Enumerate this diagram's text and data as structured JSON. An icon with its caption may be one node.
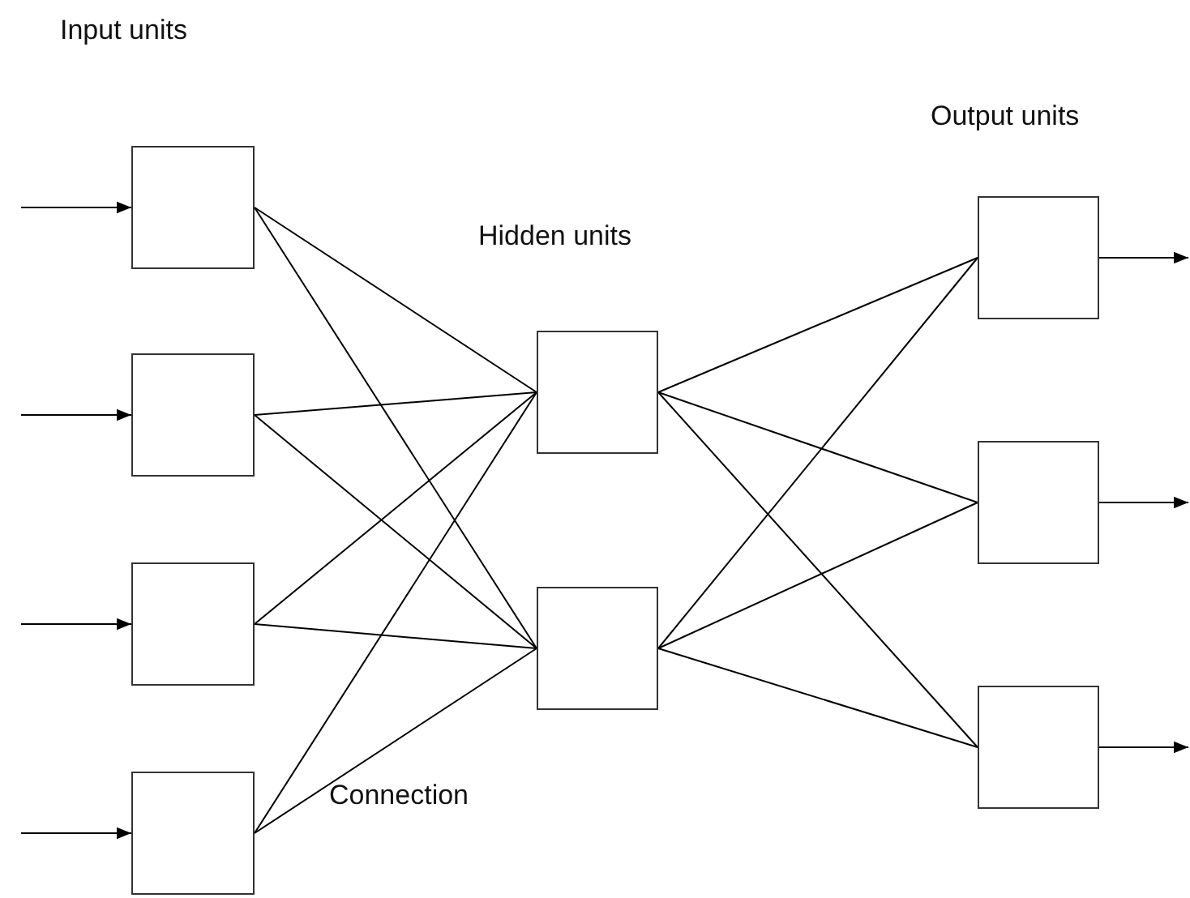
{
  "diagram": {
    "nodes": [
      {
        "text": [],
        "shape": "box"
      },
      {
        "text": [],
        "shape": "box"
      },
      {
        "text": [],
        "shape": "box"
      },
      {
        "text": [],
        "shape": "box"
      },
      {
        "text": [],
        "shape": "box"
      },
      {
        "text": [],
        "shape": "box"
      },
      {
        "text": [],
        "shape": "box"
      },
      {
        "text": [],
        "shape": "box"
      },
      {
        "text": [],
        "shape": "box"
      }
    ],
    "edges": [
      {
        "from": null,
        "to": 0,
        "arrow": "to"
      },
      {
        "from": null,
        "to": 1,
        "arrow": "to"
      },
      {
        "from": null,
        "to": 2,
        "arrow": "to"
      },
      {
        "from": null,
        "to": 3,
        "arrow": "to"
      },
      {
        "from": 0,
        "to": 4,
        "arrow": "none"
      },
      {
        "from": 0,
        "to": 5,
        "arrow": "none"
      },
      {
        "from": 1,
        "to": 4,
        "arrow": "none"
      },
      {
        "from": 1,
        "to": 5,
        "arrow": "none"
      },
      {
        "from": 2,
        "to": 4,
        "arrow": "none"
      },
      {
        "from": 2,
        "to": 5,
        "arrow": "none"
      },
      {
        "from": 3,
        "to": 4,
        "arrow": "none"
      },
      {
        "from": 3,
        "to": 5,
        "arrow": "none"
      },
      {
        "from": 4,
        "to": 6,
        "arrow": "none"
      },
      {
        "from": 4,
        "to": 7,
        "arrow": "none"
      },
      {
        "from": 4,
        "to": 8,
        "arrow": "none"
      },
      {
        "from": 5,
        "to": 6,
        "arrow": "none"
      },
      {
        "from": 5,
        "to": 7,
        "arrow": "none"
      },
      {
        "from": 5,
        "to": 8,
        "arrow": "none"
      },
      {
        "from": 6,
        "to": null,
        "arrow": "to"
      },
      {
        "from": 7,
        "to": null,
        "arrow": "to"
      },
      {
        "from": 8,
        "to": null,
        "arrow": "to"
      }
    ],
    "labels": [
      "Input units",
      "Output units",
      "Hidden units",
      "Connection"
    ]
  }
}
